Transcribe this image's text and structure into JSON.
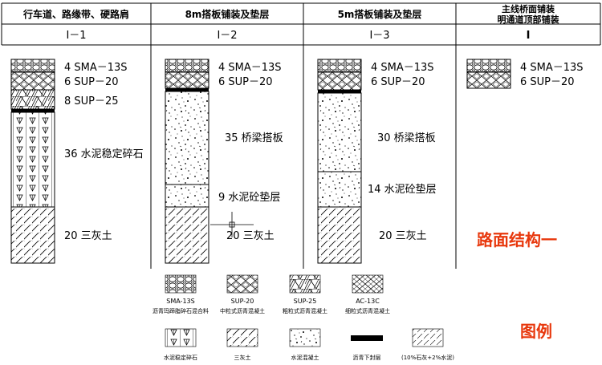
{
  "columns": [
    {
      "header": [
        "行车道、路缘带、硬路肩"
      ],
      "code": "I－1",
      "layers": [
        {
          "label": "4  SMA－13S",
          "pattern": "sma",
          "thickness": 4
        },
        {
          "label": "6  SUP－20",
          "pattern": "sup20",
          "thickness": 6
        },
        {
          "label": "8  SUP－25",
          "pattern": "sup25",
          "thickness": 8
        },
        {
          "label": "36 水泥稳定碎石",
          "pattern": "cement_gravel",
          "thickness": 36
        },
        {
          "label": "20 三灰土",
          "pattern": "lime_soil",
          "thickness": 20
        }
      ]
    },
    {
      "header": [
        "8m搭板铺装及垫层"
      ],
      "code": "I－2",
      "layers": [
        {
          "label": "4  SMA－13S",
          "pattern": "sma",
          "thickness": 4
        },
        {
          "label": "6  SUP－20",
          "pattern": "sup20",
          "thickness": 6
        },
        {
          "label": "35  桥梁搭板",
          "pattern": "concrete",
          "thickness": 35
        },
        {
          "label": "9  水泥砼垫层",
          "pattern": "concrete",
          "thickness": 9
        },
        {
          "label": "20 三灰土",
          "pattern": "lime_soil",
          "thickness": 20
        }
      ]
    },
    {
      "header": [
        "5m搭板铺装及垫层"
      ],
      "code": "I－3",
      "layers": [
        {
          "label": "4  SMA－13S",
          "pattern": "sma",
          "thickness": 4
        },
        {
          "label": "6  SUP－20",
          "pattern": "sup20",
          "thickness": 6
        },
        {
          "label": "30  桥梁搭板",
          "pattern": "concrete",
          "thickness": 30
        },
        {
          "label": "14  水泥砼垫层",
          "pattern": "concrete",
          "thickness": 14
        },
        {
          "label": "20 三灰土",
          "pattern": "lime_soil",
          "thickness": 20
        }
      ]
    },
    {
      "header": [
        "主线桥面铺装",
        "明通道顶部铺装"
      ],
      "code": "I",
      "layers": [
        {
          "label": "4  SMA－13S",
          "pattern": "sma",
          "thickness": 4
        },
        {
          "label": "6  SUP－20",
          "pattern": "sup20",
          "thickness": 6
        }
      ]
    }
  ],
  "title_red": "路面结构一",
  "legend_title": "图例",
  "legend": [
    {
      "pattern": "sma",
      "name": "SMA-13S",
      "desc": "沥青玛蹄脂碎石混合料"
    },
    {
      "pattern": "sup20",
      "name": "SUP-20",
      "desc": "中粒式沥青混凝土"
    },
    {
      "pattern": "sup25",
      "name": "SUP-25",
      "desc": "粗粒式沥青混凝土"
    },
    {
      "pattern": "ac13",
      "name": "AC-13C",
      "desc": "细粒式沥青混凝土"
    },
    {
      "pattern": "cement_gravel",
      "name": "",
      "desc": "水泥稳定碎石"
    },
    {
      "pattern": "lime_soil",
      "name": "",
      "desc": "三灰土"
    },
    {
      "pattern": "concrete",
      "name": "",
      "desc": "水泥混凝土"
    },
    {
      "pattern": "seal",
      "name": "",
      "desc": "沥青下封层"
    },
    {
      "pattern": "lime_cement",
      "name": "",
      "desc": "(10%石灰+2%水泥)"
    }
  ],
  "colors": {
    "title_red": "#e8380d",
    "line": "#000000"
  }
}
